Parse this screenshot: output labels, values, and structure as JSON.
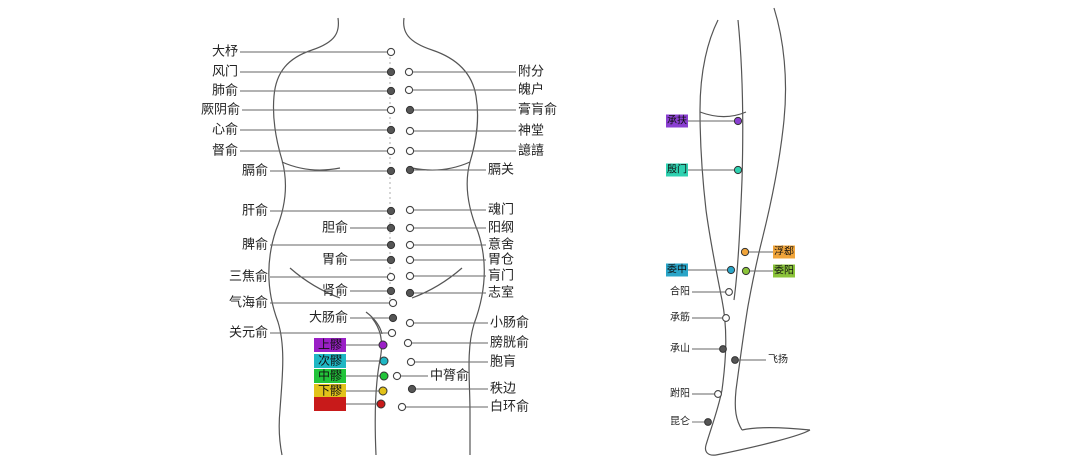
{
  "back": {
    "left_points": [
      {
        "label": "大杼",
        "filled": false
      },
      {
        "label": "风门",
        "filled": true
      },
      {
        "label": "肺俞",
        "filled": true
      },
      {
        "label": "厥阴俞",
        "filled": false
      },
      {
        "label": "心俞",
        "filled": true
      },
      {
        "label": "督俞",
        "filled": false
      },
      {
        "label": "膈俞",
        "filled": true
      },
      {
        "label": "肝俞",
        "filled": true
      },
      {
        "label": "胆俞",
        "filled": true
      },
      {
        "label": "脾俞",
        "filled": true
      },
      {
        "label": "胃俞",
        "filled": true
      },
      {
        "label": "三焦俞",
        "filled": false
      },
      {
        "label": "肾俞",
        "filled": true
      },
      {
        "label": "气海俞",
        "filled": false
      },
      {
        "label": "大肠俞",
        "filled": true
      },
      {
        "label": "关元俞",
        "filled": false
      }
    ],
    "right_points": [
      {
        "label": "附分",
        "filled": false
      },
      {
        "label": "魄户",
        "filled": false
      },
      {
        "label": "膏肓俞",
        "filled": true
      },
      {
        "label": "神堂",
        "filled": false
      },
      {
        "label": "譩譆",
        "filled": false
      },
      {
        "label": "膈关",
        "filled": true
      },
      {
        "label": "魂门",
        "filled": false
      },
      {
        "label": "阳纲",
        "filled": false
      },
      {
        "label": "意舍",
        "filled": false
      },
      {
        "label": "胃仓",
        "filled": false
      },
      {
        "label": "肓门",
        "filled": false
      },
      {
        "label": "志室",
        "filled": true
      },
      {
        "label": "小肠俞",
        "filled": false
      },
      {
        "label": "膀胱俞",
        "filled": false
      },
      {
        "label": "胞肓",
        "filled": false
      },
      {
        "label": "中膂俞",
        "filled": false
      },
      {
        "label": "秩边",
        "filled": true
      },
      {
        "label": "白环俞",
        "filled": false
      }
    ],
    "sacral_points": [
      {
        "label": "上髎",
        "color": "#9a1fc6"
      },
      {
        "label": "次髎",
        "color": "#1fb7c4"
      },
      {
        "label": "中髎",
        "color": "#22c43a"
      },
      {
        "label": "下髎",
        "color": "#e2c21a"
      },
      {
        "label": "",
        "color": "#c81a1a"
      }
    ]
  },
  "leg": {
    "tagged_points": [
      {
        "label": "承扶",
        "color": "#8a3fd1"
      },
      {
        "label": "殷门",
        "color": "#2ed1b0"
      },
      {
        "label": "浮郄",
        "color": "#f0a43a"
      },
      {
        "label": "委中",
        "color": "#2aa5c8"
      },
      {
        "label": "委阳",
        "color": "#8bc43a"
      }
    ],
    "plain_points": [
      {
        "label": "合阳",
        "filled": false
      },
      {
        "label": "承筋",
        "filled": false
      },
      {
        "label": "承山",
        "filled": true
      },
      {
        "label": "飞扬",
        "filled": true
      },
      {
        "label": "跗阳",
        "filled": false
      },
      {
        "label": "昆仑",
        "filled": true
      }
    ]
  }
}
